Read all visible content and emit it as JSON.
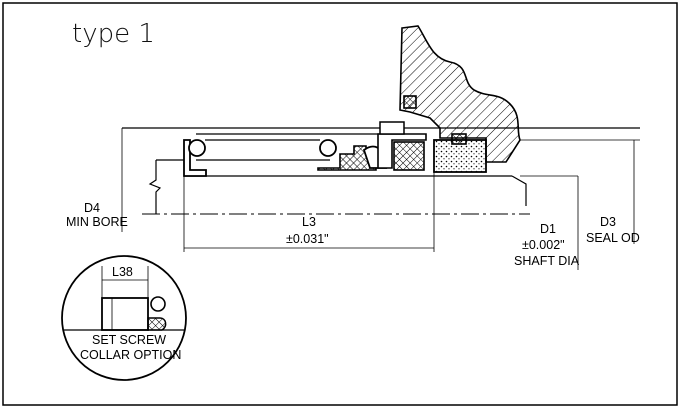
{
  "title": "type 1",
  "labels": {
    "d4": "D4",
    "min_bore": "MIN BORE",
    "l3": "L3",
    "l3_tol": "±0.031\"",
    "d1": "D1",
    "d1_tol": "±0.002\"",
    "shaft_dia": "SHAFT DIA",
    "d3": "D3",
    "seal_od": "SEAL OD",
    "l38": "L38",
    "set_screw": "SET SCREW",
    "collar_option": "COLLAR OPTION"
  },
  "colors": {
    "line": "#000000",
    "background": "#ffffff"
  }
}
